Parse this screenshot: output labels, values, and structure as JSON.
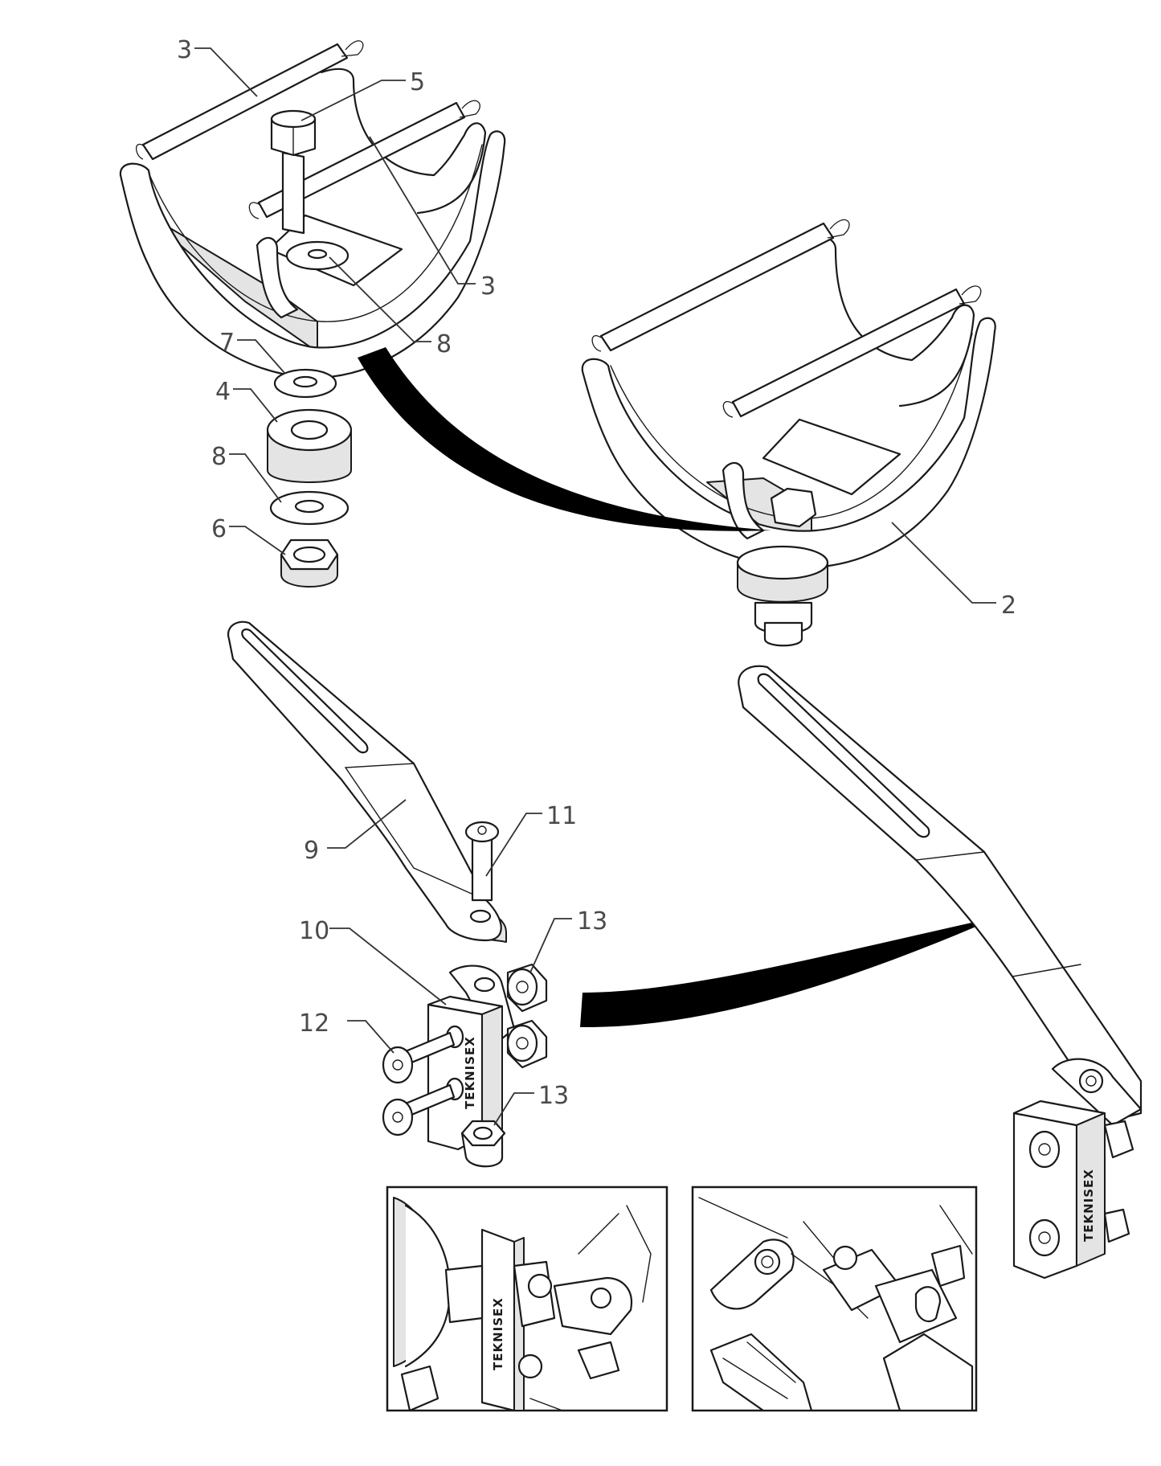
{
  "callouts": {
    "c3a": "3",
    "c5": "5",
    "c3b": "3",
    "c8a": "8",
    "c7": "7",
    "c4": "4",
    "c8b": "8",
    "c6": "6",
    "c2": "2",
    "c11": "11",
    "c9": "9",
    "c10": "10",
    "c13a": "13",
    "c12": "12",
    "c13b": "13"
  },
  "brand_marks": {
    "lower_bracket": "TEKNISEX",
    "bracket_10": "TEKNISEX",
    "inset_left": "TEKNISEX"
  },
  "colors": {
    "ink": "#1a1a1a",
    "label": "#4a4a4a",
    "arrow": "#000000"
  }
}
